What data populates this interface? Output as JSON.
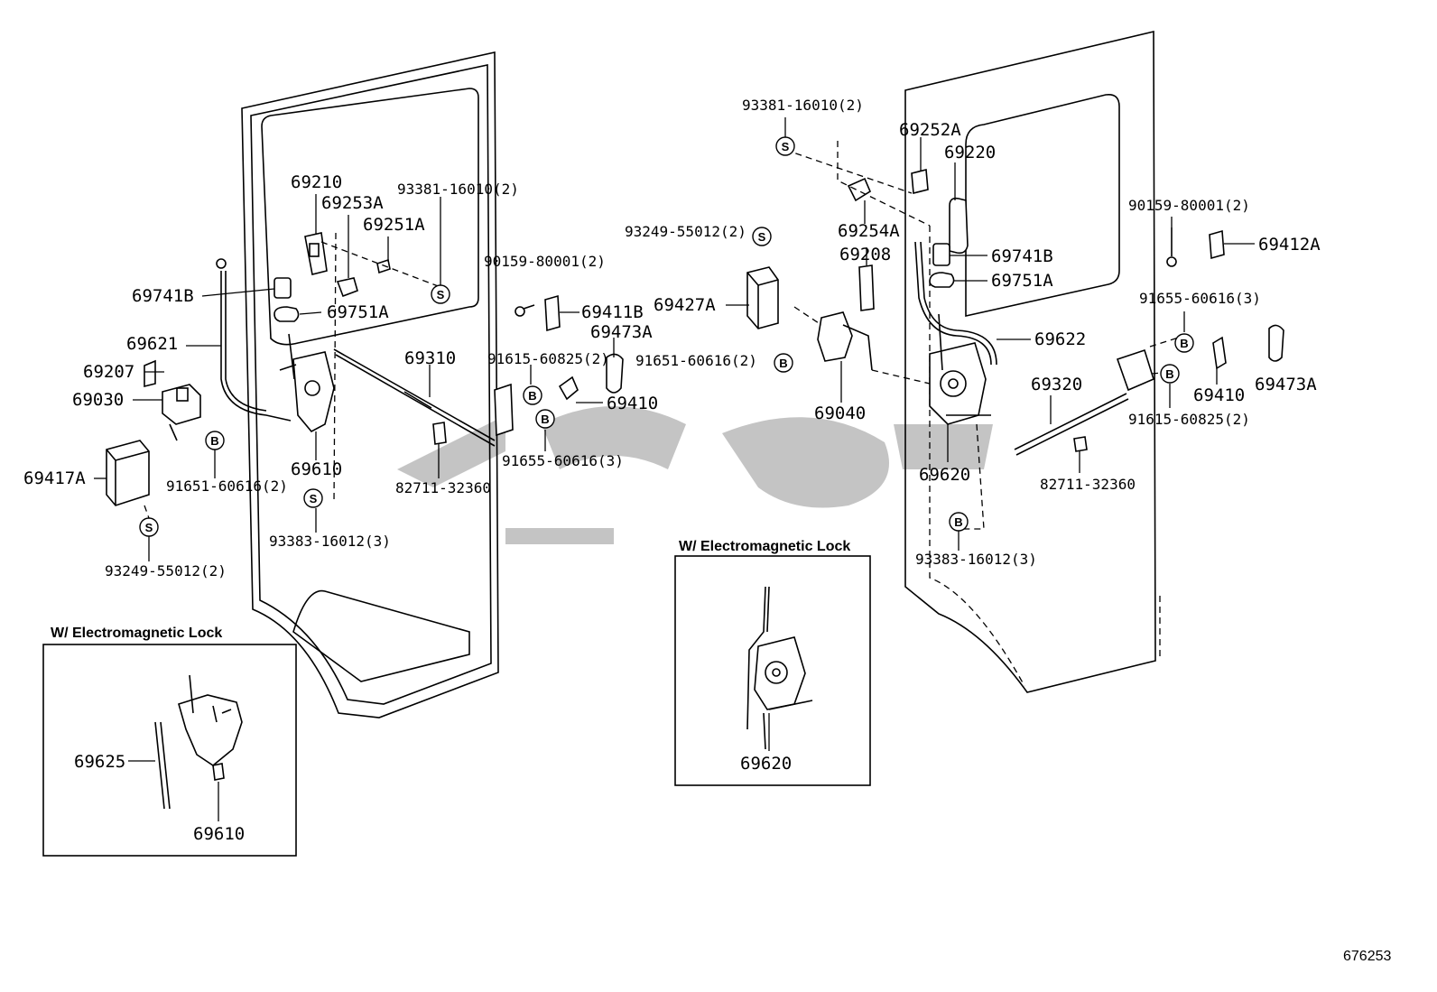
{
  "callouts": {
    "c69210": "69210",
    "c69253A": "69253A",
    "c93381_l": "93381-16010(2)",
    "c69251A": "69251A",
    "c69741B_l": "69741B",
    "c69751A_l": "69751A",
    "c69621": "69621",
    "c69207": "69207",
    "c69030": "69030",
    "c69417A": "69417A",
    "c91651_l": "91651-60616(2)",
    "c93249_l": "93249-55012(2)",
    "c69610": "69610",
    "c93383_l": "93383-16012(3)",
    "c69310": "69310",
    "c82711_l": "82711-32360",
    "c90159_l": "90159-80001(2)",
    "c69411B": "69411B",
    "c69473A_l": "69473A",
    "c91615_l": "91615-60825(2)",
    "c69410_l": "69410",
    "c91655_l": "91655-60616(3)",
    "c93249_c": "93249-55012(2)",
    "c69427A": "69427A",
    "c91651_c": "91651-60616(2)",
    "c69040": "69040",
    "c93381_r": "93381-16010(2)",
    "c69252A": "69252A",
    "c69220": "69220",
    "c69254A": "69254A",
    "c69208": "69208",
    "c69741B_r": "69741B",
    "c69751A_r": "69751A",
    "c69622": "69622",
    "c69620": "69620",
    "c69320": "69320",
    "c82711_r": "82711-32360",
    "c93383_r": "93383-16012(3)",
    "c90159_r": "90159-80001(2)",
    "c69412A": "69412A",
    "c91655_r": "91655-60616(3)",
    "c69410_r": "69410",
    "c69473A_r": "69473A",
    "c91615_r": "91615-60825(2)"
  },
  "symbols": {
    "s": "S",
    "b": "B"
  },
  "inset_left": {
    "title": "W/ Electromagnetic Lock",
    "c69625": "69625",
    "c69610": "69610"
  },
  "inset_center": {
    "title": "W/ Electromagnetic Lock",
    "c69620": "69620"
  },
  "figure_number": "676253"
}
